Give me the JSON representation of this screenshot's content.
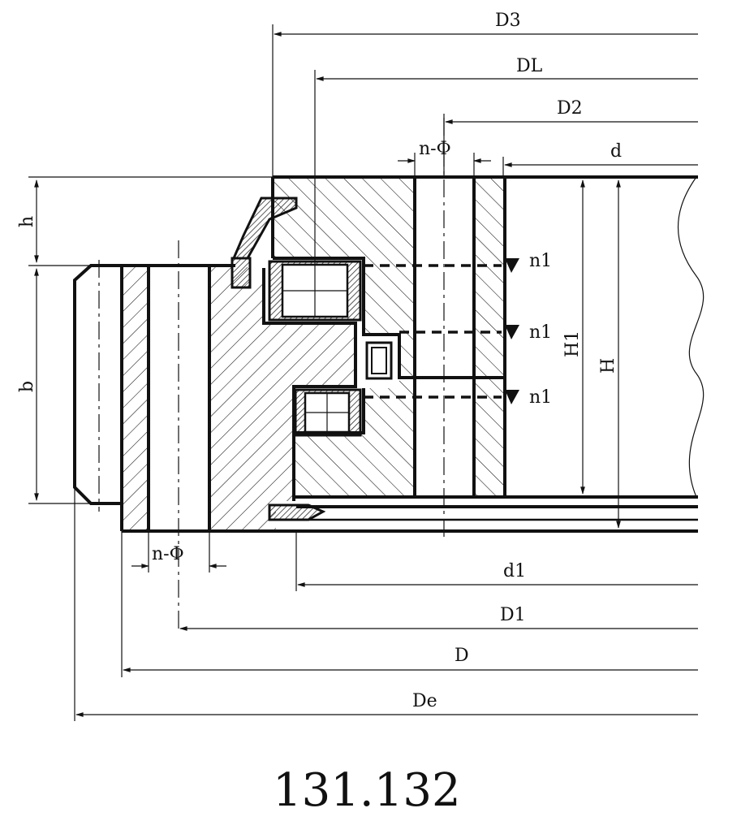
{
  "figure": {
    "caption": "131.132"
  },
  "dimensions": {
    "D3": "D3",
    "DL": "DL",
    "D2": "D2",
    "d": "d",
    "n_phi_top": "n-Φ",
    "n_phi_bottom": "n-Φ",
    "h": "h",
    "b": "b",
    "H1": "H1",
    "H": "H",
    "d1": "d1",
    "D1": "D1",
    "D": "D",
    "De": "De"
  },
  "callouts": {
    "n1_a": "n1",
    "n1_b": "n1",
    "n1_c": "n1"
  }
}
